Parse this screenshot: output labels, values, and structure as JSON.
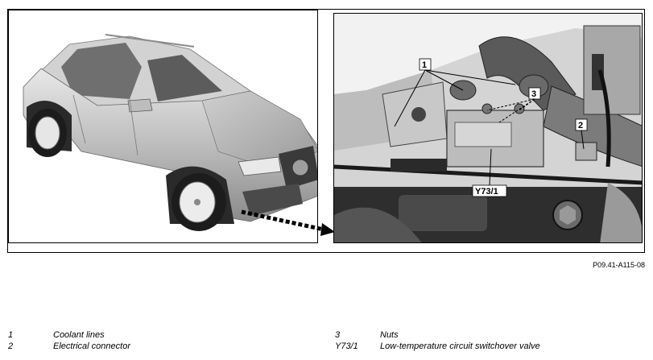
{
  "figure": {
    "code": "P09.41-A115-08",
    "callouts": {
      "c1": "1",
      "c2": "2",
      "c3": "3",
      "cY": "Y73/1"
    }
  },
  "legend": {
    "left": [
      {
        "key": "1",
        "text": "Coolant lines"
      },
      {
        "key": "2",
        "text": "Electrical connector"
      }
    ],
    "right": [
      {
        "key": "3",
        "text": "Nuts"
      },
      {
        "key": "Y73/1",
        "text": "Low-temperature circuit switchover valve"
      }
    ]
  }
}
